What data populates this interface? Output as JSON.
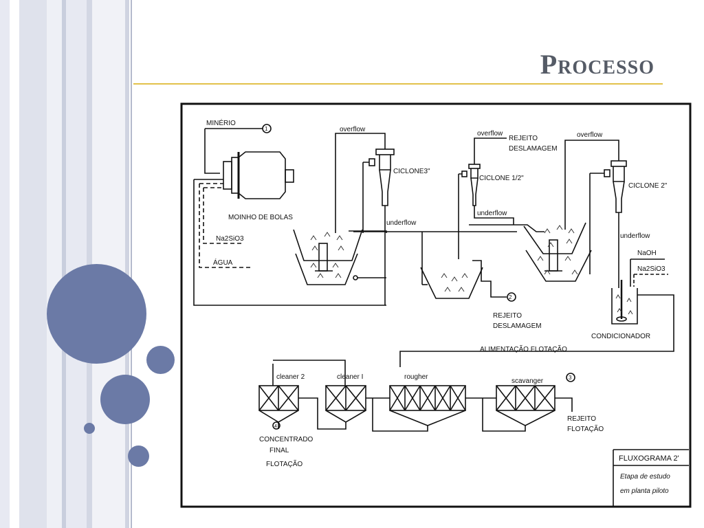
{
  "slide": {
    "title": "Processo"
  },
  "diagram": {
    "minerio": "MINÉRIO",
    "marker1": "1",
    "overflow": "overflow",
    "ciclone3": "CICLONE3\"",
    "rejeito": "REJEITO",
    "deslamagem": "DESLAMAGEM",
    "ciclone_half": "CICLONE 1/2\"",
    "ciclone2": "CICLONE 2\"",
    "moinho": "MOINHO DE BOLAS",
    "underflow": "underflow",
    "na2sio3": "Na2SiO3",
    "agua": "ÁGUA",
    "marker2": "2",
    "naoh": "NaOH",
    "condicionador": "CONDICIONADOR",
    "alimentacao": "ALIMENTAÇÃO FLOTAÇÃO",
    "cleaner2": "cleaner 2",
    "cleaner1": "cleaner I",
    "rougher": "rougher",
    "scavanger": "scavanger",
    "marker3": "3",
    "marker4": "4",
    "rejeito_flotacao_1": "REJEITO",
    "rejeito_flotacao_2": "FLOTAÇÃO",
    "concentrado_1": "CONCENTRADO",
    "concentrado_2": "FINAL",
    "concentrado_3": "FLOTAÇÃO",
    "box_title": "FLUXOGRAMA 2'",
    "box_line1": "Etapa de estudo",
    "box_line2": "em planta piloto"
  },
  "colors": {
    "accent_dot": "#6b7aa6",
    "rule": "#e2c14a",
    "title": "#555b66"
  }
}
